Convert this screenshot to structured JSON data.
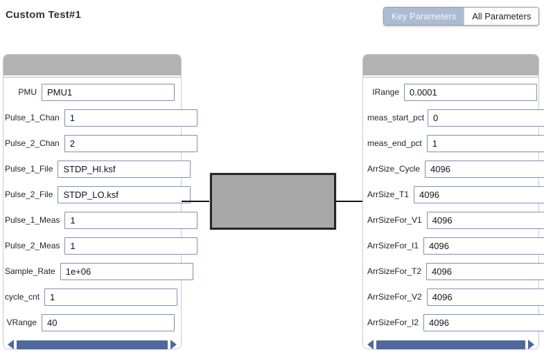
{
  "title": "Custom Test#1",
  "view_toggle": {
    "key_parameters_label": "Key Parameters",
    "all_parameters_label": "All Parameters",
    "selected": "Key Parameters"
  },
  "left_panel": {
    "fields": [
      {
        "label": "PMU",
        "value": "PMU1"
      },
      {
        "label": "Pulse_1_Chan",
        "value": "1"
      },
      {
        "label": "Pulse_2_Chan",
        "value": "2"
      },
      {
        "label": "Pulse_1_File",
        "value": "STDP_HI.ksf"
      },
      {
        "label": "Pulse_2_File",
        "value": "STDP_LO.ksf"
      },
      {
        "label": "Pulse_1_Meas",
        "value": "1"
      },
      {
        "label": "Pulse_2_Meas",
        "value": "1"
      },
      {
        "label": "Sample_Rate",
        "value": "1e+06"
      },
      {
        "label": "cycle_cnt",
        "value": "1"
      },
      {
        "label": "VRange",
        "value": "40"
      }
    ]
  },
  "right_panel": {
    "fields": [
      {
        "label": "IRange",
        "value": "0.0001"
      },
      {
        "label": "meas_start_pct",
        "value": "0"
      },
      {
        "label": "meas_end_pct",
        "value": "1"
      },
      {
        "label": "ArrSize_Cycle",
        "value": "4096"
      },
      {
        "label": "ArrSize_T1",
        "value": "4096"
      },
      {
        "label": "ArrSizeFor_V1",
        "value": "4096"
      },
      {
        "label": "ArrSizeFor_I1",
        "value": "4096"
      },
      {
        "label": "ArrSizeFor_T2",
        "value": "4096"
      },
      {
        "label": "ArrSizeFor_V2",
        "value": "4096"
      },
      {
        "label": "ArrSizeFor_I2",
        "value": "4096"
      }
    ]
  },
  "icons": {
    "scroll_left": "left-triangle",
    "scroll_right": "right-triangle"
  },
  "colors": {
    "panel_header": "#b2b2b2",
    "input_border": "#7d90b6",
    "scrollbar": "#50689b",
    "selected_toggle_bg": "#abbbd4",
    "device_fill": "#a8a8a8",
    "device_border": "#262626"
  }
}
